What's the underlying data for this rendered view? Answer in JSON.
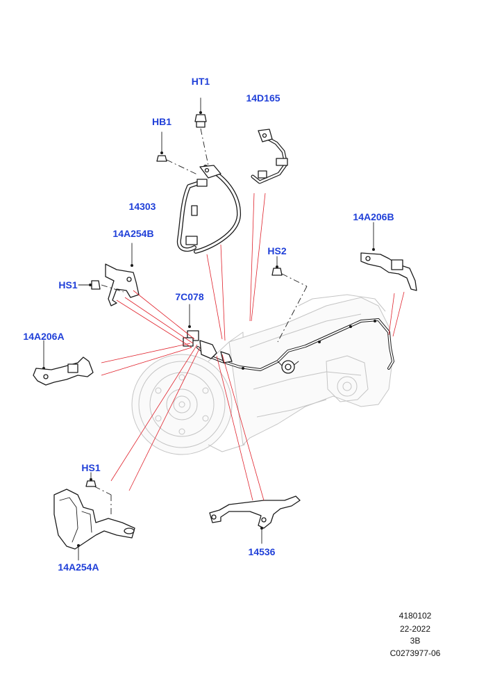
{
  "diagram": {
    "callouts": {
      "ht1": "HT1",
      "hb1": "HB1",
      "14d165": "14D165",
      "14303": "14303",
      "14a254b": "14A254B",
      "hs1_upper": "HS1",
      "hs2": "HS2",
      "14a206b": "14A206B",
      "7c078": "7C078",
      "14a206a": "14A206A",
      "hs1_lower": "HS1",
      "14a254a": "14A254A",
      "14536": "14536"
    },
    "colors": {
      "callout_text": "#1f3fd8",
      "leader_line": "#e0202a",
      "part_outline": "#1a1a1a",
      "transmission_ghost": "#c4c4c4"
    }
  },
  "footer": {
    "line1": "4180102",
    "line2": "22-2022",
    "line3": "3B",
    "line4": "C0273977-06"
  }
}
